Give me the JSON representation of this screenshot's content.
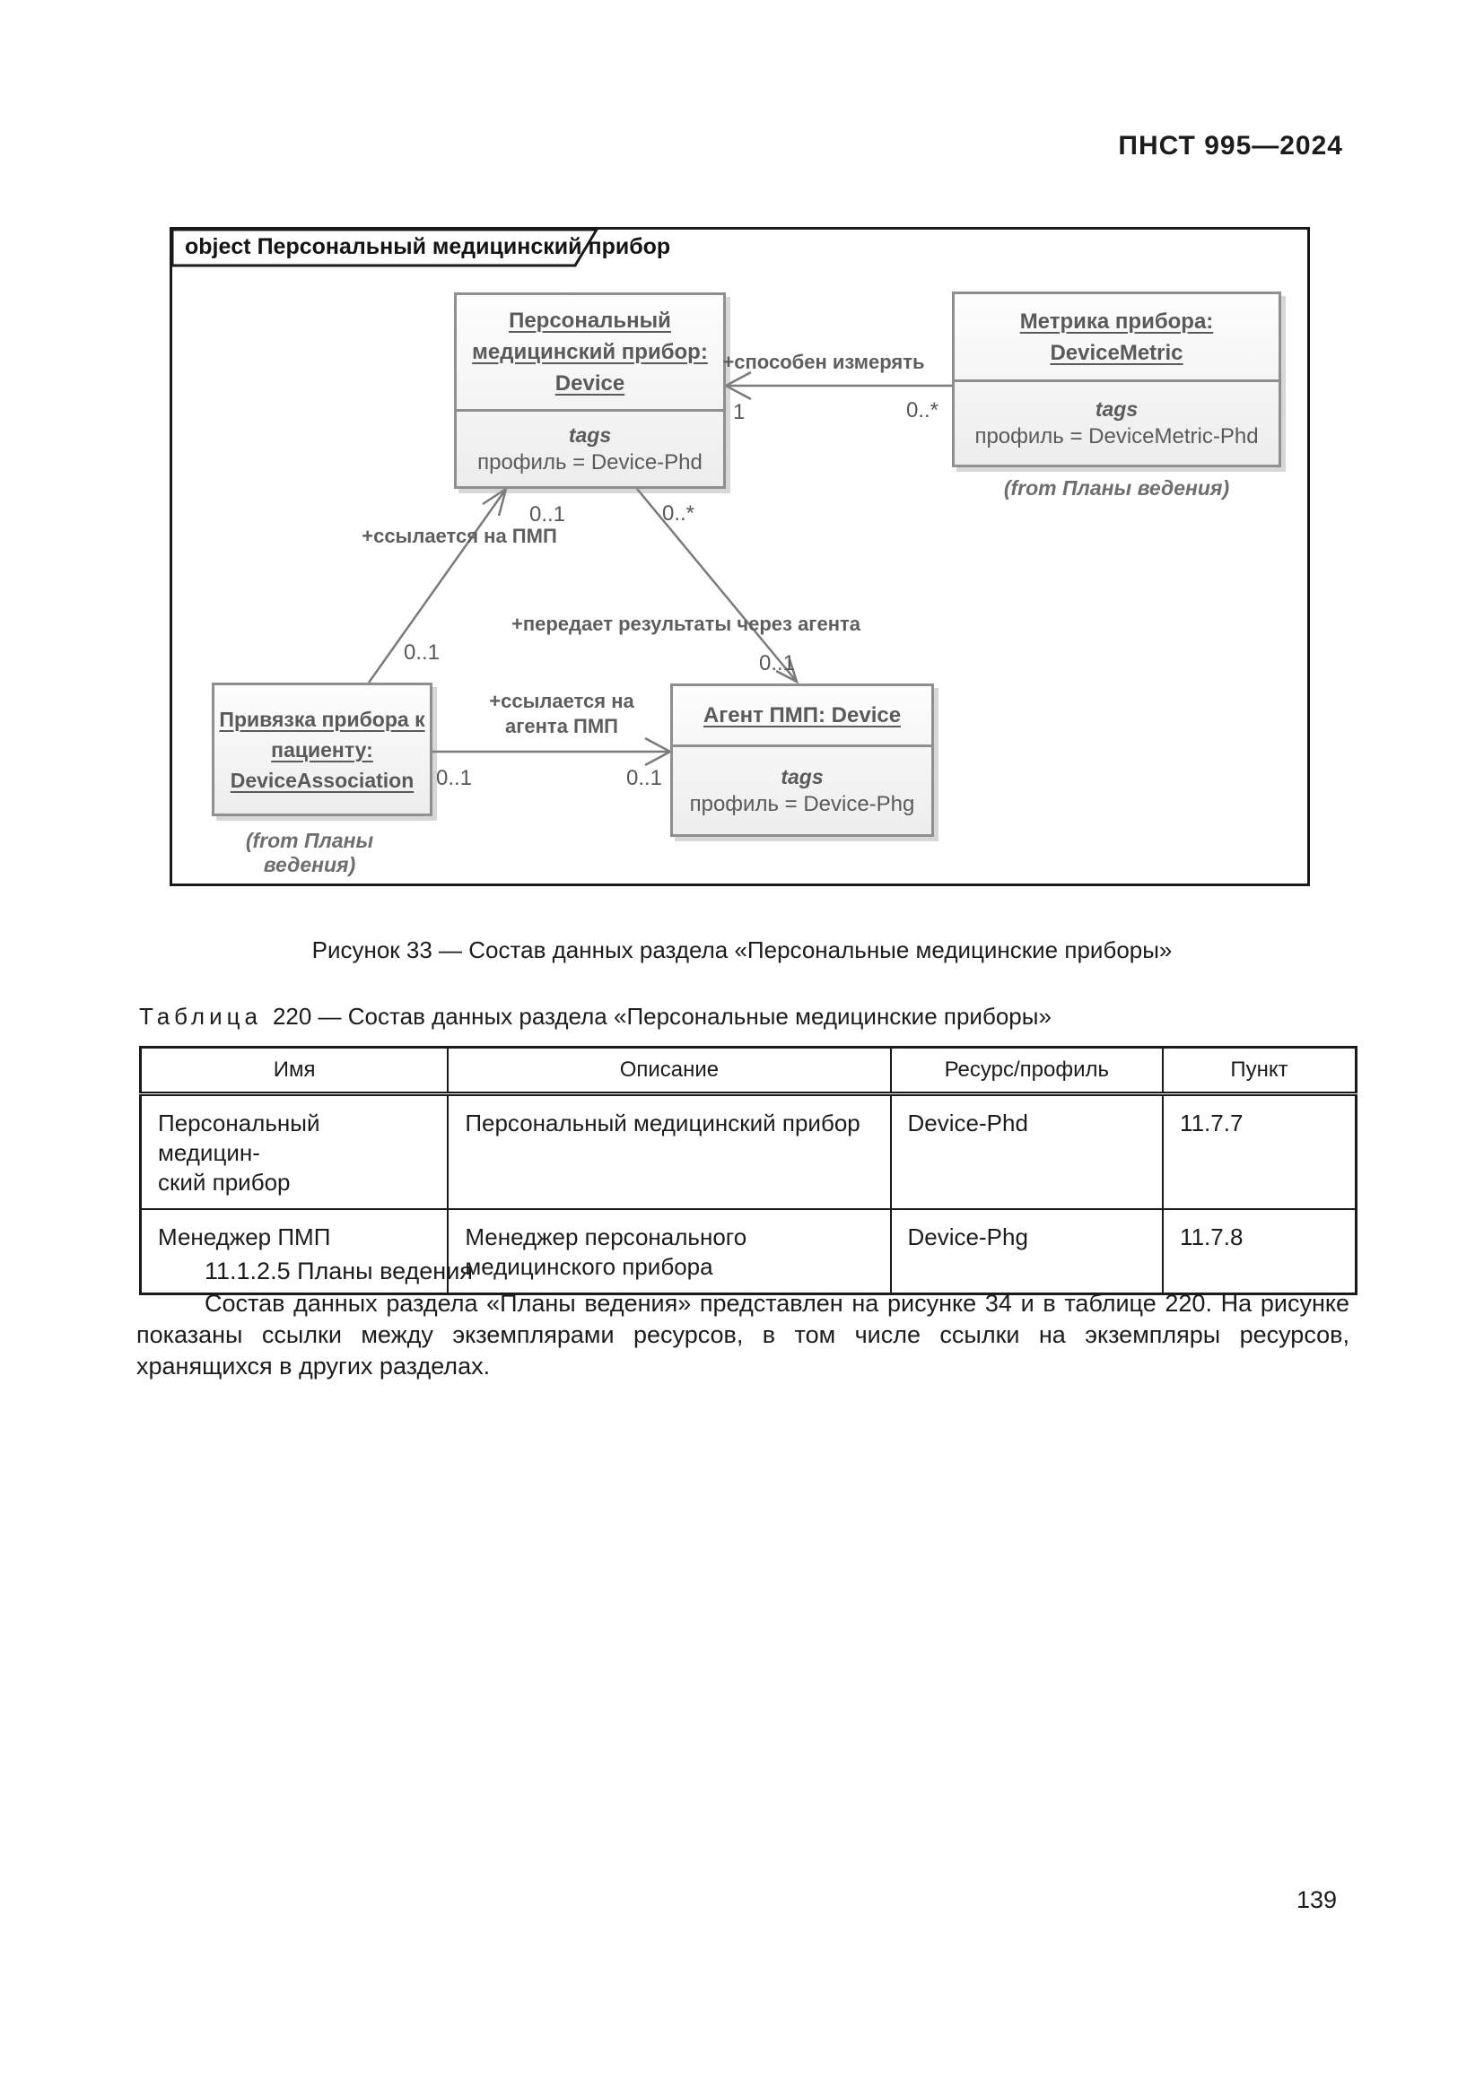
{
  "page": {
    "header": "ПНСТ 995—2024",
    "number": "139"
  },
  "diagram": {
    "frame_label": "object Персональный медицинский прибор",
    "boxes": {
      "device": {
        "title": "Персональный\nмедицинский прибор:\nDevice",
        "tags_label": "tags",
        "tag_line": "профиль = Device-Phd"
      },
      "metric": {
        "title": "Метрика прибора:\nDeviceMetric",
        "tags_label": "tags",
        "tag_line": "профиль = DeviceMetric-Phd",
        "from_note": "(from Планы ведения)"
      },
      "association": {
        "title": "Привязка прибора к\nпациенту:\nDeviceAssociation",
        "from_note": "(from Планы ведения)"
      },
      "agent": {
        "title": "Агент ПМП: Device",
        "tags_label": "tags",
        "tag_line": "профиль = Device-Phg"
      }
    },
    "connectors": {
      "measure": {
        "label": "+способен измерять",
        "mult_device": "1",
        "mult_metric": "0..*"
      },
      "refers_pmp": {
        "label": "+ссылается на ПМП",
        "mult_device": "0..1",
        "mult_assoc": "0..1"
      },
      "transmits": {
        "label": "+передает результаты через агента",
        "mult_device": "0..*",
        "mult_agent": "0..1"
      },
      "refers_agent": {
        "label_line1": "+ссылается на",
        "label_line2": "агента ПМП",
        "mult_assoc": "0..1",
        "mult_agent": "0..1"
      }
    }
  },
  "figure": {
    "caption": "Рисунок 33 — Состав данных раздела «Персональные медицинские приборы»"
  },
  "table": {
    "title_word": "Таблица",
    "title_rest": "220 — Состав данных раздела «Персональные медицинские приборы»",
    "headers": [
      "Имя",
      "Описание",
      "Ресурс/профиль",
      "Пункт"
    ],
    "rows": [
      {
        "name": "Персональный      медицин-\nский прибор",
        "description": "Персональный медицинский прибор",
        "resource": "Device-Phd",
        "clause": "11.7.7"
      },
      {
        "name": "Менеджер ПМП",
        "description": "Менеджер персонального медицинского прибора",
        "resource": "Device-Phg",
        "clause": "11.7.8"
      }
    ]
  },
  "section": {
    "heading": "11.1.2.5 Планы ведения",
    "paragraph": "Состав данных раздела «Планы ведения» представлен на рисунке 34 и в таблице 220. На рисунке показаны ссылки между экземплярами ресурсов, в том числе ссылки на экземпляры ресурсов, хранящихся в других разделах."
  }
}
